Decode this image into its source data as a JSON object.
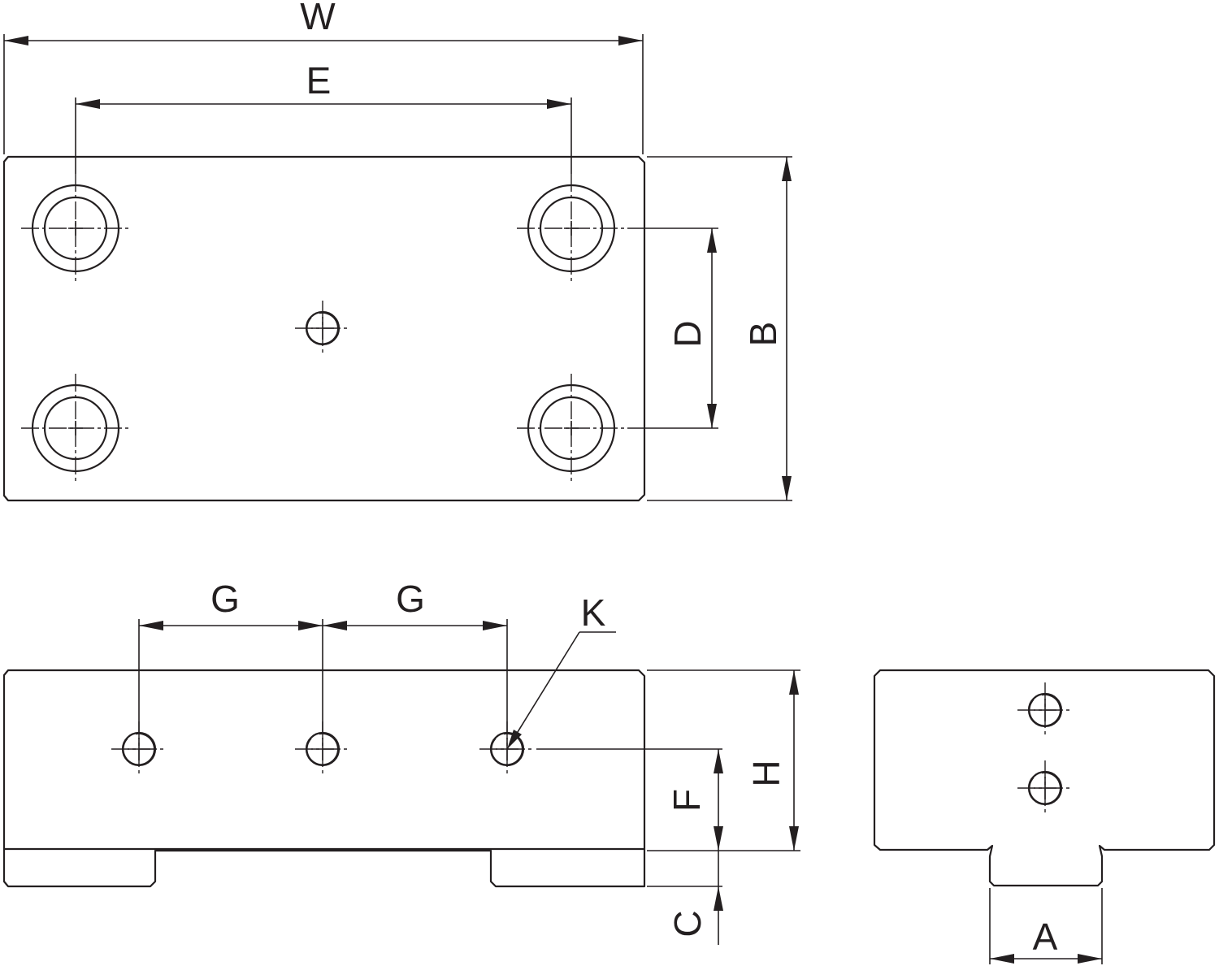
{
  "drawing": {
    "stroke_color": "#231f20",
    "background": "#ffffff",
    "dimension_labels": {
      "W": "W",
      "E": "E",
      "D": "D",
      "B": "B",
      "G1": "G",
      "G2": "G",
      "K": "K",
      "H": "H",
      "F": "F",
      "C": "C",
      "A": "A"
    }
  }
}
